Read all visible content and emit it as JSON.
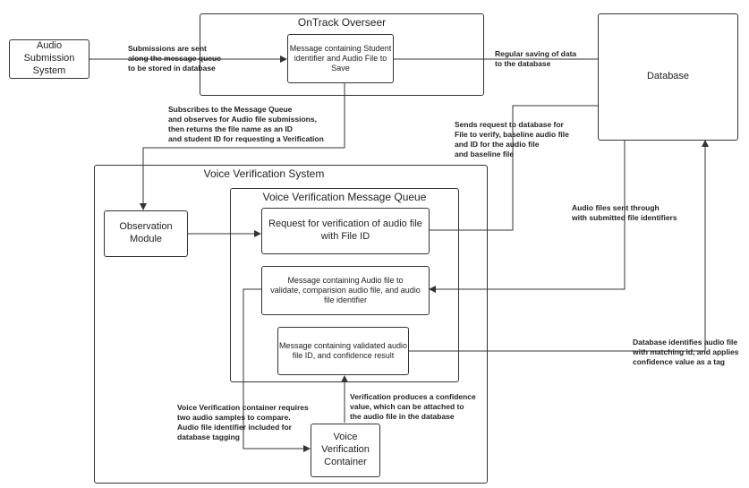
{
  "nodes": {
    "audio_submission": "Audio\nSubmission\nSystem",
    "ontrack_overseer": "OnTrack Overseer",
    "overseer_message": "Message containing Student\nidentifier and Audio File to\nSave",
    "database": "Database",
    "voice_verification_system": "Voice Verification System",
    "message_queue": "Voice Verification Message Queue",
    "observation_module": "Observation\nModule",
    "request_verification": "Request for verification of audio file\nwith File ID",
    "message_audio": "Message containing Audio file to\nvalidate, comparision audio file, and audio\nfile identifier",
    "message_validated": "Message containing validated audio\nfile ID, and confidence result",
    "vv_container": "Voice\nVerification\nContainer"
  },
  "edge_labels": {
    "submissions_sent": "Submissions are sent\nalong the message queue\nto be stored in database",
    "regular_saving": "Regular saving of data\nto the database",
    "subscribes": "Subscribes to the Message Queue\nand observes for Audio file submissions,\nthen returns the file name as an ID\nand student ID for requesting a Verification",
    "sends_request": "Sends request to database for\nFile to verify, baseline audio file\nand ID for the audio file\nand baseline file",
    "audio_files_sent": "Audio files sent through\nwith submitted file identifiers",
    "container_requires": "Voice Verification container requires\ntwo audio samples to compare.\nAudio file identifier included for\ndatabase tagging",
    "verification_produces": "Verification produces a confidence\nvalue, which can be attached to\nthe audio file in the database",
    "database_identifies": "Database identifies audio file\nwith matching id, and applies\nconfidence value as a tag"
  }
}
